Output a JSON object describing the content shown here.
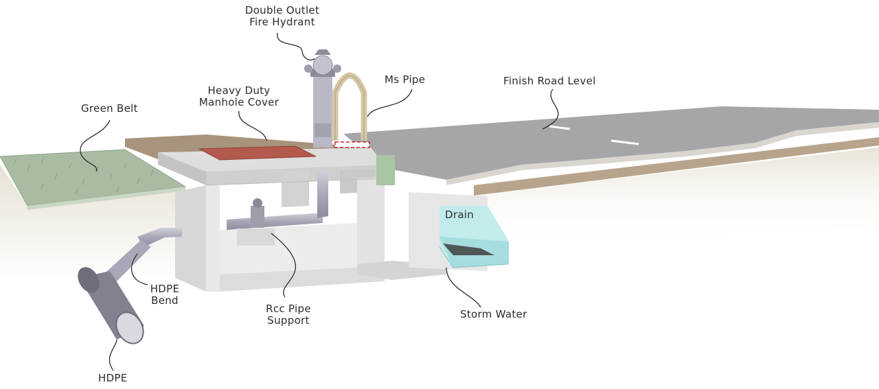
{
  "labels": {
    "fire_hydrant_line1": "Double Outlet",
    "fire_hydrant_line2": "Fire Hydrant",
    "manhole_cover_line1": "Heavy Duty",
    "manhole_cover_line2": "Manhole Cover",
    "green_belt": "Green Belt",
    "ms_pipe": "Ms Pipe",
    "finish_road_level": "Finish Road Level",
    "drain": "Drain",
    "hdpe_bend_line1": "HDPE",
    "hdpe_bend_line2": "Bend",
    "rcc_pipe_support_line1": "Rcc Pipe",
    "rcc_pipe_support_line2": "Support",
    "storm_water": "Storm Water",
    "hdpe": "HDPE"
  },
  "colors": {
    "soil": "#e9e4d6",
    "grass": "#9fb49a",
    "road": "#a3a3a6",
    "concrete": "#e6e6e6",
    "pipe": "#b9b8c6",
    "manhole": "#b0574a",
    "water": "#bfe9ea",
    "brown_layer": "#b39a7e"
  }
}
